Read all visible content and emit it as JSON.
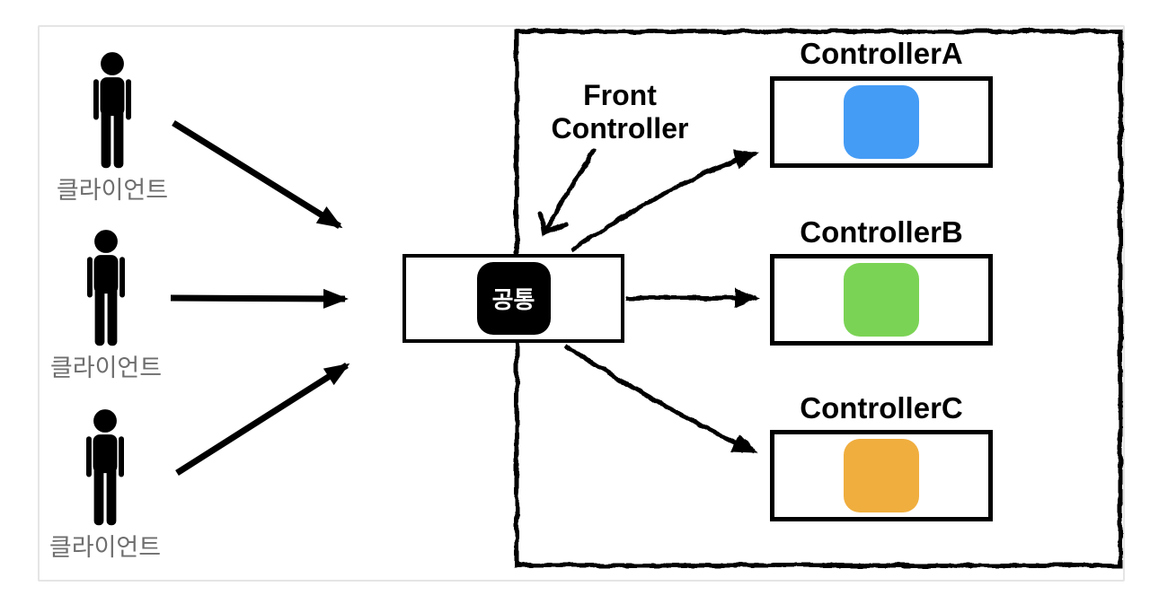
{
  "clients": [
    {
      "label": "클라이언트"
    },
    {
      "label": "클라이언트"
    },
    {
      "label": "클라이언트"
    }
  ],
  "front_controller": {
    "title": "Front Controller",
    "common_label": "공통"
  },
  "controllers": [
    {
      "name": "ControllerA",
      "color": "#459CF5"
    },
    {
      "name": "ControllerB",
      "color": "#7BD355"
    },
    {
      "name": "ControllerC",
      "color": "#F0AE3E"
    }
  ],
  "colors": {
    "client_label": "#6E6E6E",
    "outer_frame": "#E5E5E5",
    "ink": "#000000"
  }
}
